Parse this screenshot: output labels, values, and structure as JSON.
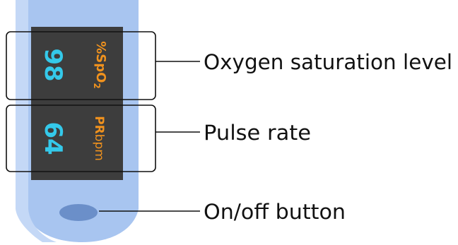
{
  "readings": {
    "spo2_value": "98",
    "spo2_label": "%SpO",
    "spo2_subscript": "2",
    "pr_value": "64",
    "pr_label_bold": "PR",
    "pr_label_unit": "bpm"
  },
  "callouts": {
    "oxygen": "Oxygen saturation level",
    "pulse": "Pulse rate",
    "button": "On/off button"
  },
  "colors": {
    "device_body": "#a8c5f0",
    "device_body_light": "#c4d8f6",
    "screen": "#3d3d3d",
    "value_text": "#34c9ea",
    "label_text": "#f0921e",
    "button": "#6b8fc9",
    "outline": "#111111"
  }
}
